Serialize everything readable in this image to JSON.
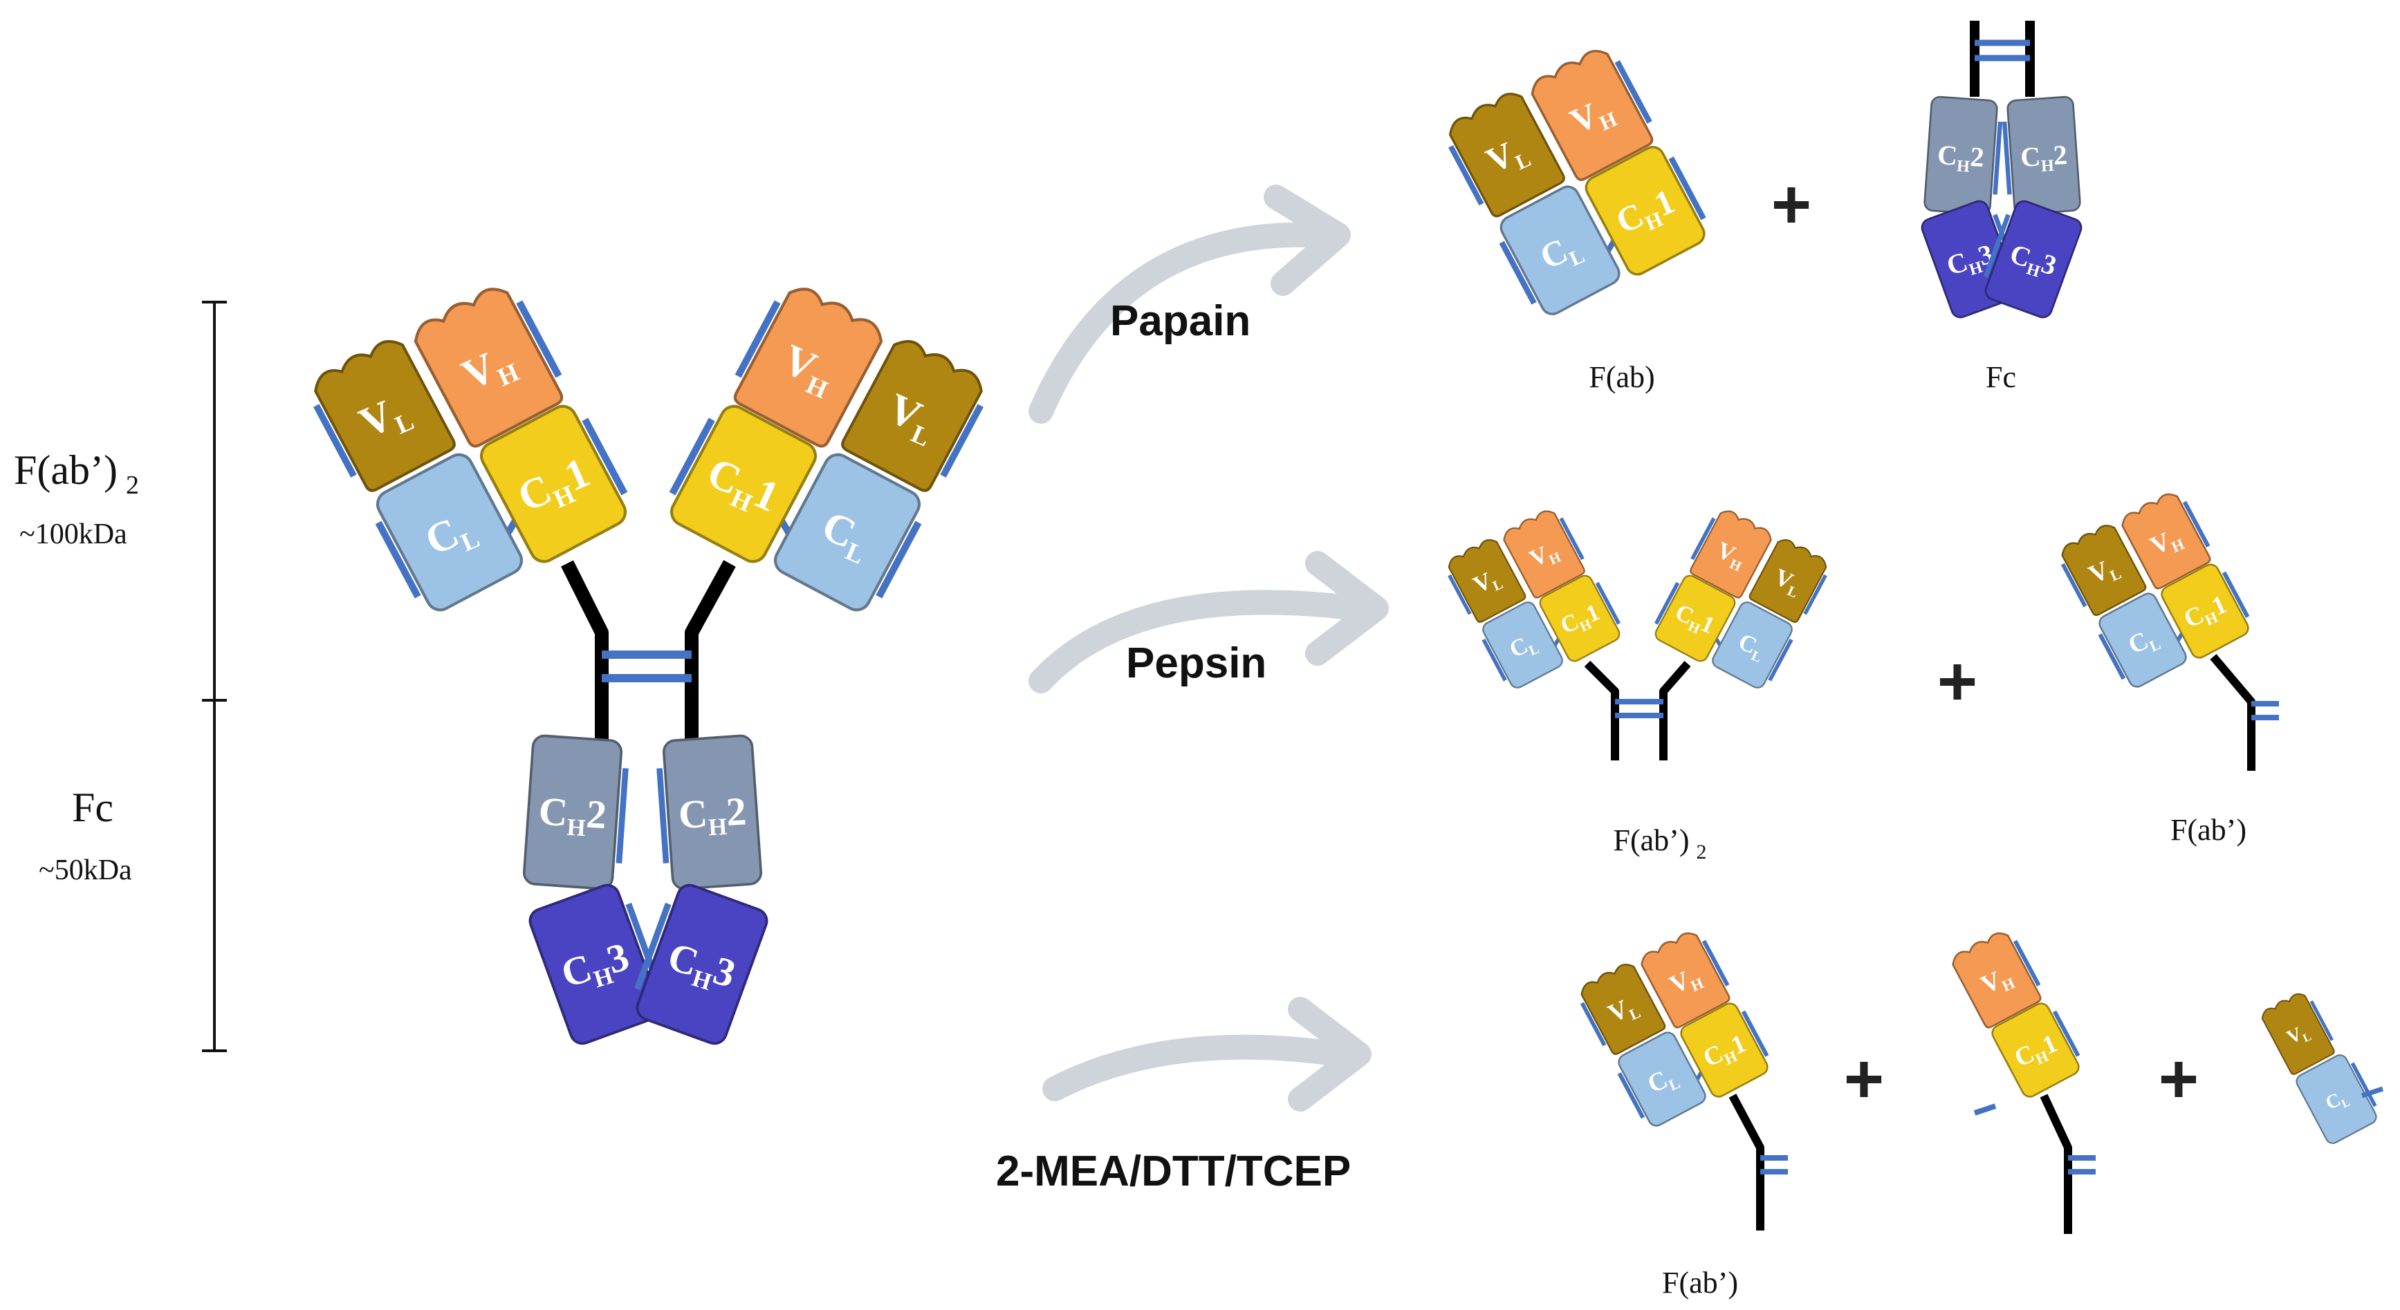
{
  "colors": {
    "vl": "#b08613",
    "vh": "#f49a52",
    "ch1": "#f2cd1c",
    "cl": "#9cc3e6",
    "ch2": "#8597b0",
    "ch3": "#4a44c2",
    "bond": "#4472c4",
    "arrow": "#cfd4da",
    "hinge": "#000000"
  },
  "domains": {
    "vl": {
      "main": "V",
      "sub": "L"
    },
    "vh": {
      "main": "V",
      "sub": "H"
    },
    "ch1": {
      "main": "C",
      "sub": "H",
      "suffix": "1"
    },
    "cl": {
      "main": "C",
      "sub": "L"
    },
    "ch2": {
      "main": "C",
      "sub": "H",
      "suffix": "2"
    },
    "ch3": {
      "main": "C",
      "sub": "H",
      "suffix": "3"
    }
  },
  "scale": {
    "fab2_label": "F(ab’)",
    "fab2_sub": "2",
    "fab2_mass": "~100kDa",
    "fc_label": "Fc",
    "fc_mass": "~50kDa"
  },
  "enzymes": {
    "papain": "Papain",
    "pepsin": "Pepsin",
    "reducing": "2-MEA/DTT/TCEP"
  },
  "plus_sign": "+",
  "products": {
    "fab": "F(ab)",
    "fc": "Fc",
    "fab2_label": "F(ab’)",
    "fab2_sub": "2",
    "fab_prime": "F(ab’)",
    "fab_prime_reduced": "F(ab’)"
  }
}
